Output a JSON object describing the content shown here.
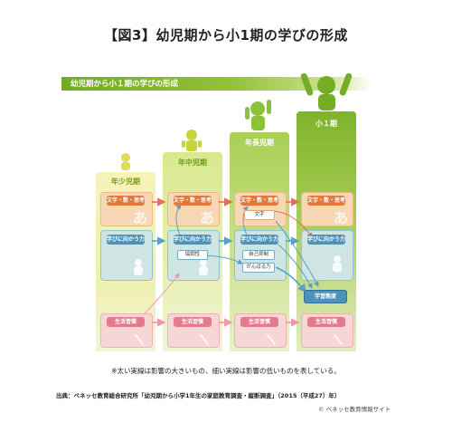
{
  "title": "【図3】幼児期から小1期の学びの形成",
  "header": "幼児期から小１期の学びの形成",
  "columns": [
    {
      "label": "年少児期"
    },
    {
      "label": "年中児期"
    },
    {
      "label": "年長児期"
    },
    {
      "label": "小１期"
    }
  ],
  "rows": {
    "moji": "文字・数・思考",
    "manabi": "学びに向かう力",
    "seikatsu": "生活習慣"
  },
  "sub_labels": {
    "kyouchou": "協調性",
    "bunji": "文字",
    "jiko": "自己抑制",
    "ganbaru": "がんばる力",
    "gakushuu": "学習態度"
  },
  "note": "※太い実線は影響の大きいもの、細い実線は影響の低いものを表している。",
  "source": "出典：ベネッセ教育総合研究所「幼児期から小学1年生の家庭教育調査・縦断調査」（2015（平成27）年）",
  "copyright": "© ベネッセ教育情報サイト",
  "colors": {
    "green": "#8dc03b",
    "orange": "#e07a3c",
    "blue": "#4d93b8",
    "pink": "#e07c8c"
  }
}
